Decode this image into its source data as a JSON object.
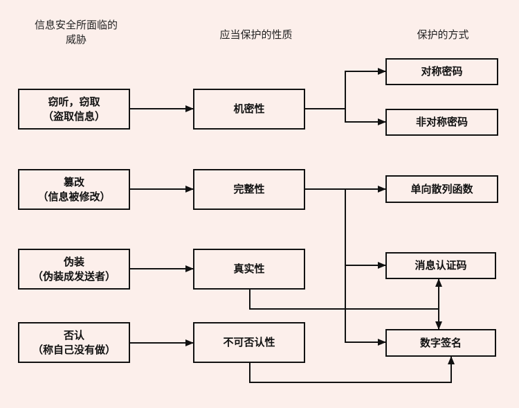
{
  "headers": {
    "threats": "信息安全所面临的\n威胁",
    "properties": "应当保护的性质",
    "methods": "保护的方式"
  },
  "threats": [
    {
      "title": "窃听，窃取",
      "subtitle": "（盗取信息）"
    },
    {
      "title": "篡改",
      "subtitle": "（信息被修改）"
    },
    {
      "title": "伪装",
      "subtitle": "（伪装成发送者）"
    },
    {
      "title": "否认",
      "subtitle": "（称自己没有做）"
    }
  ],
  "properties": [
    "机密性",
    "完整性",
    "真实性",
    "不可否认性"
  ],
  "methods": [
    "对称密码",
    "非对称密码",
    "单向散列函数",
    "消息认证码",
    "数字签名"
  ]
}
